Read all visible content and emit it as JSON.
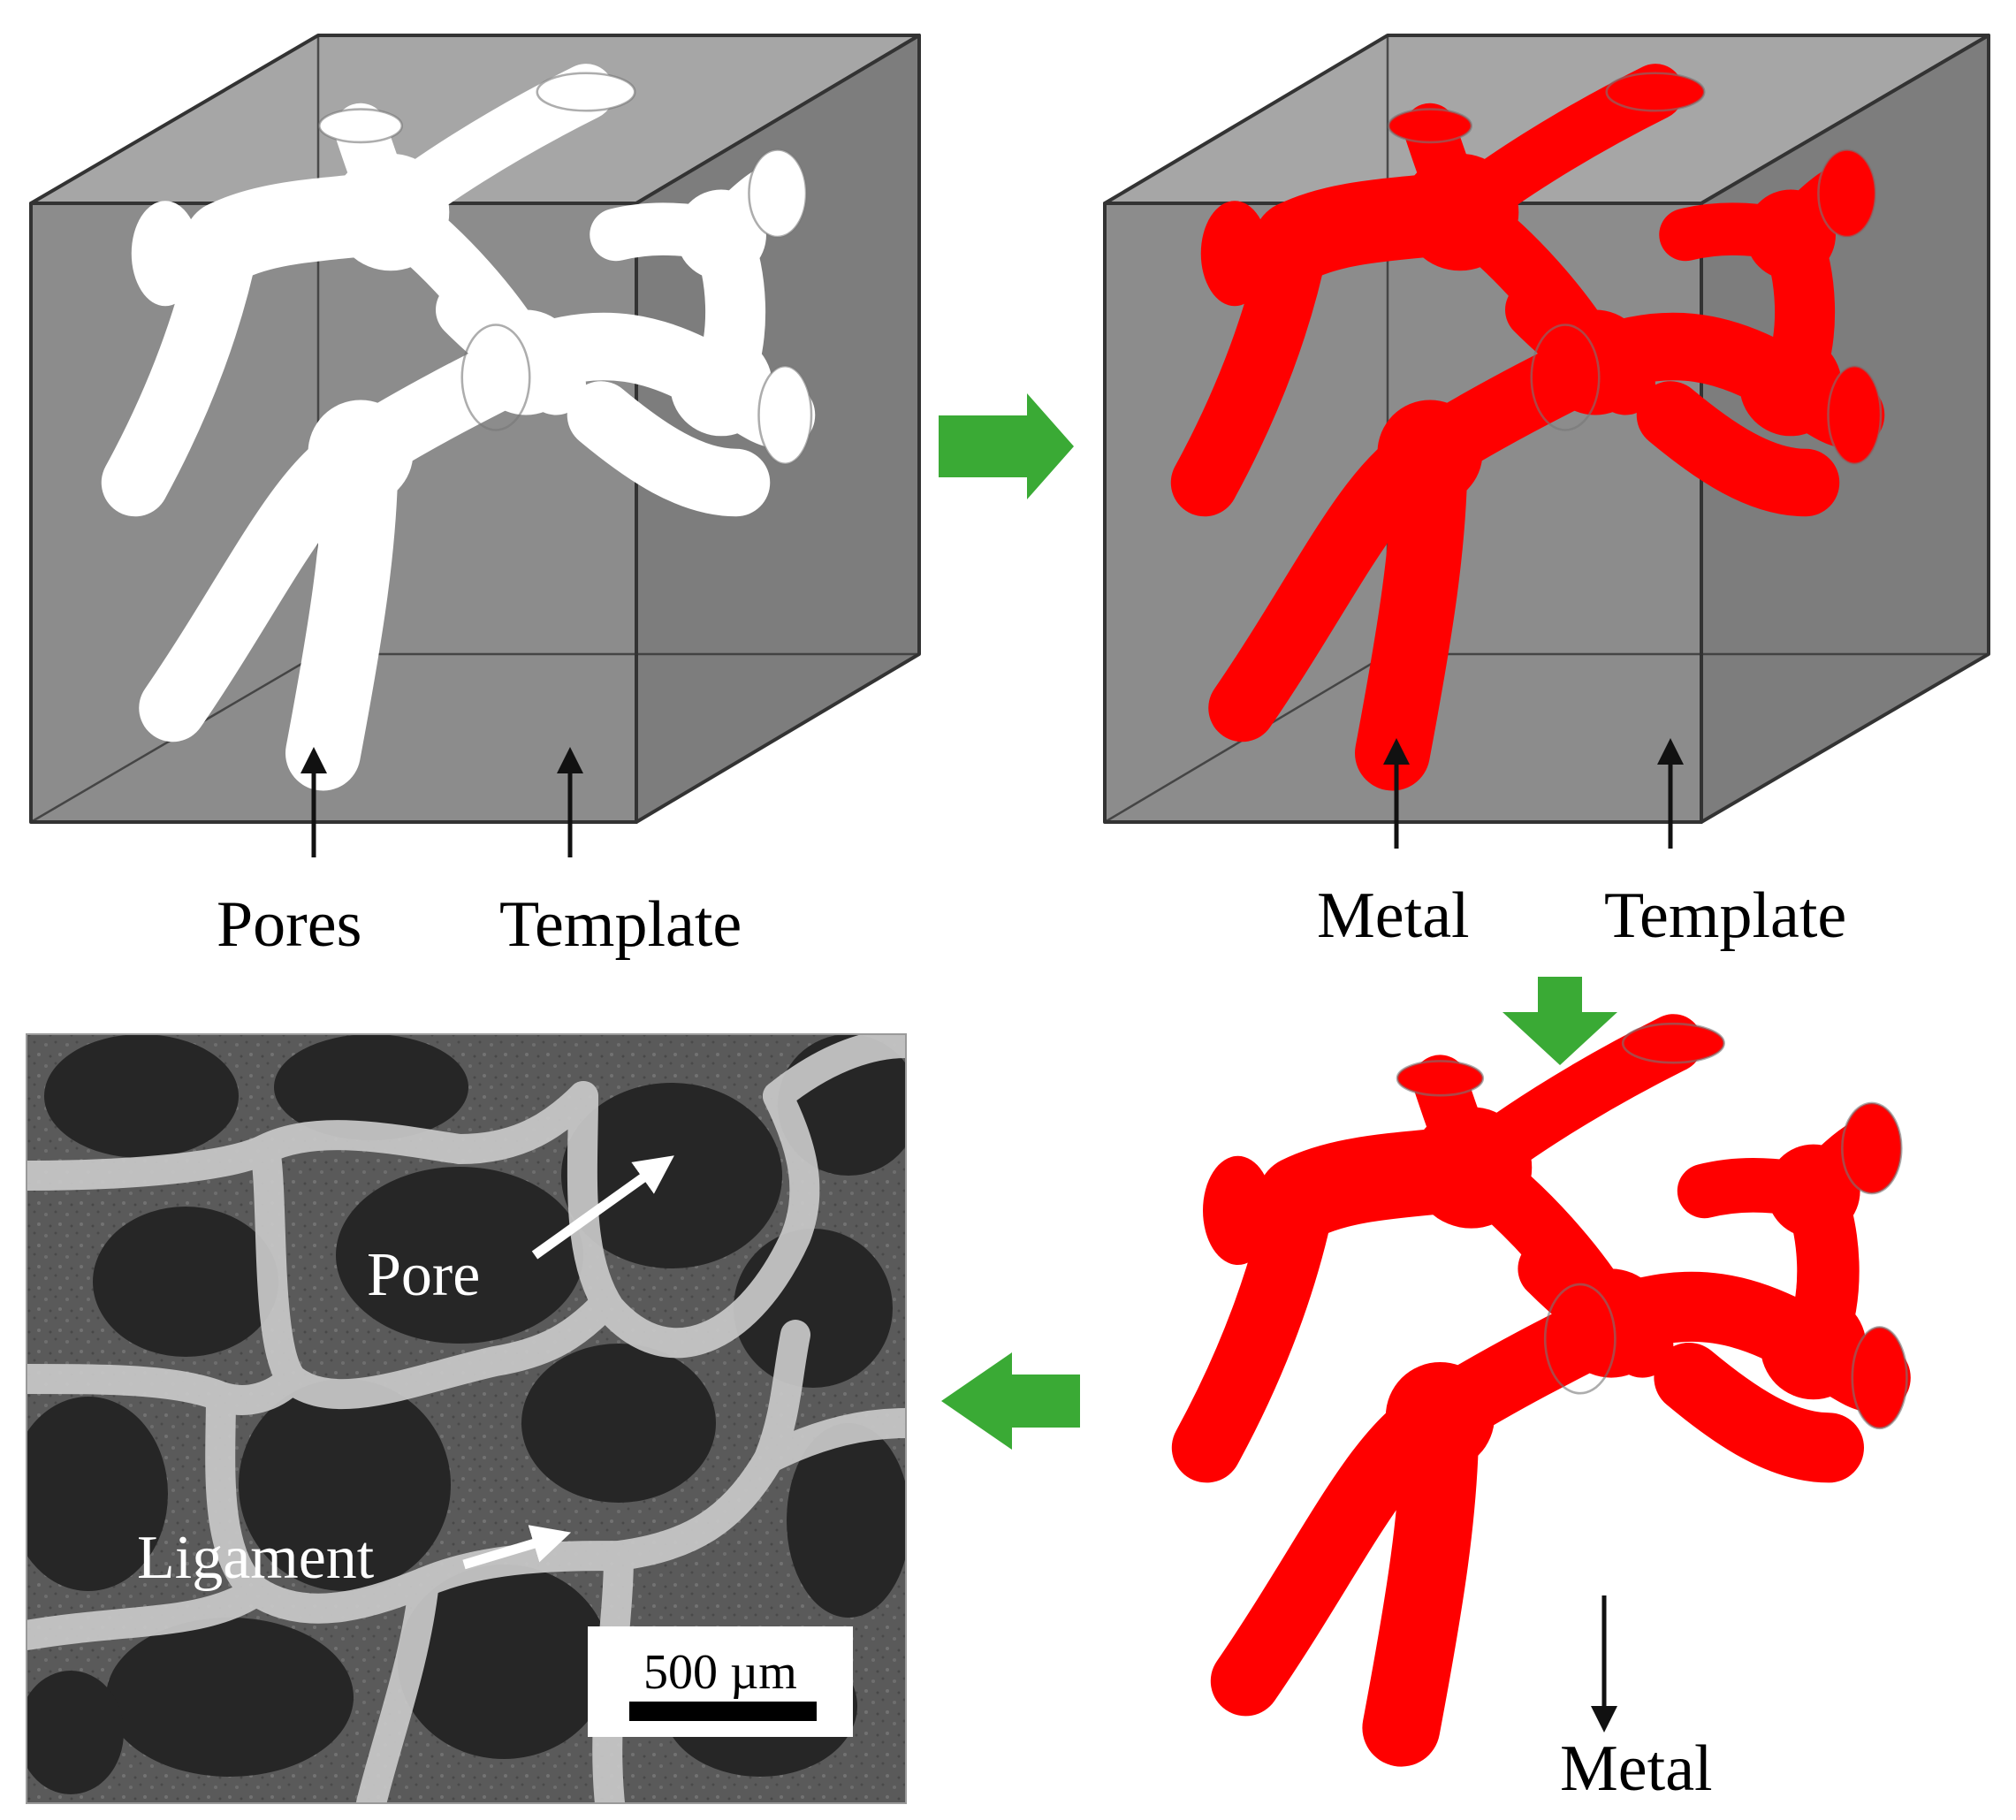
{
  "colors": {
    "template_gray": "#8c8c8c",
    "template_edge": "#333333",
    "metal_red": "#ff0000",
    "pore_white": "#ffffff",
    "process_arrow_green": "#3aaa35",
    "sem_background": "#4a4a4a",
    "sem_ligament": "#c9c9c9"
  },
  "icons": {
    "process_arrow": "green-block-arrow-icon",
    "pointer_arrow": "thin-arrow-icon"
  },
  "panels": {
    "template_pores": {
      "label_pores": "Pores",
      "label_template": "Template"
    },
    "template_metal": {
      "label_metal": "Metal",
      "label_template": "Template"
    },
    "metal_foam": {
      "label_metal": "Metal"
    },
    "sem_image": {
      "label_pore": "Pore",
      "label_ligament": "Ligament",
      "scale_bar_text": "500 µm"
    }
  }
}
